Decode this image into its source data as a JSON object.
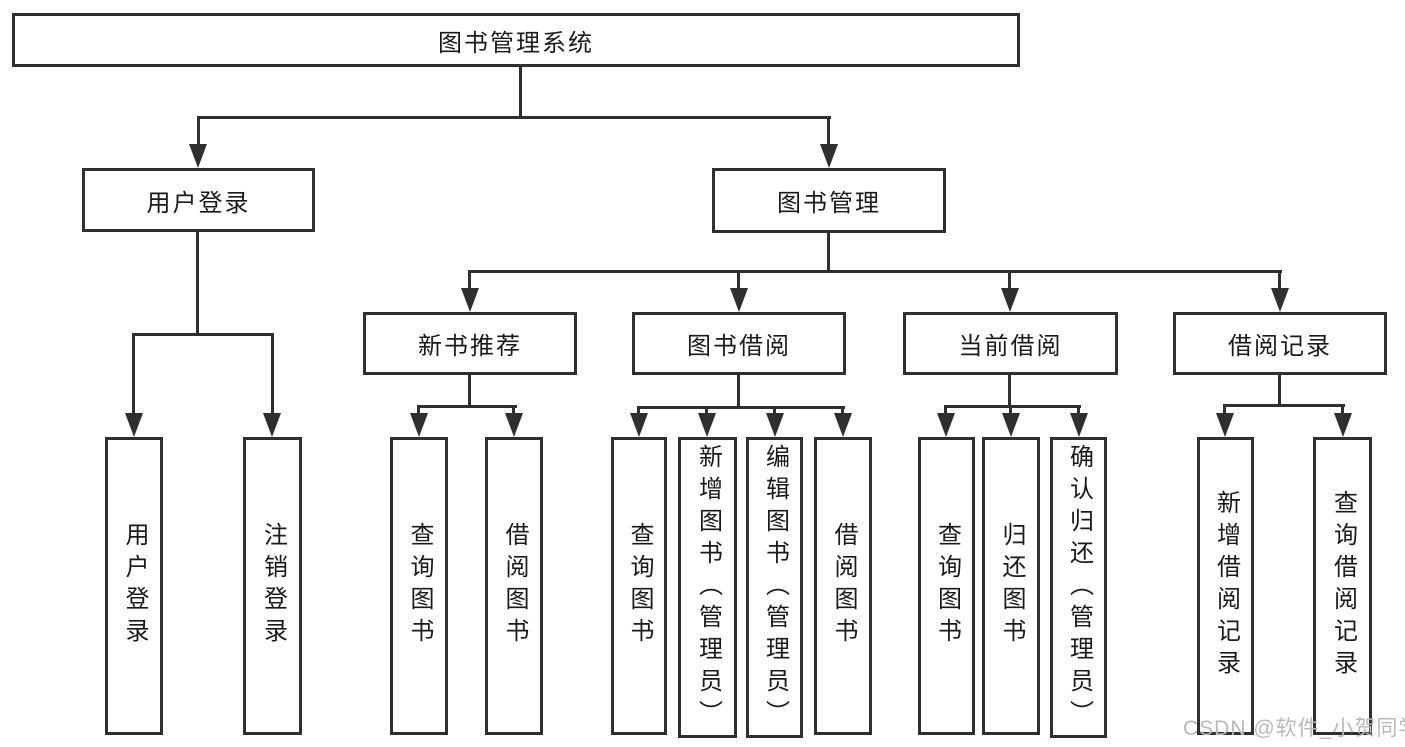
{
  "tree": {
    "label": "图书管理系统",
    "children": [
      {
        "label": "用户登录",
        "children": [
          {
            "label": "用户登录"
          },
          {
            "label": "注销登录"
          }
        ]
      },
      {
        "label": "图书管理",
        "children": [
          {
            "label": "新书推荐",
            "children": [
              {
                "label": "查询图书"
              },
              {
                "label": "借阅图书"
              }
            ]
          },
          {
            "label": "图书借阅",
            "children": [
              {
                "label": "查询图书"
              },
              {
                "label": "新增图书（管理员）"
              },
              {
                "label": "编辑图书（管理员）"
              },
              {
                "label": "借阅图书"
              }
            ]
          },
          {
            "label": "当前借阅",
            "children": [
              {
                "label": "查询图书"
              },
              {
                "label": "归还图书"
              },
              {
                "label": "确认归还（管理员）"
              }
            ]
          },
          {
            "label": "借阅记录",
            "children": [
              {
                "label": "新增借阅记录"
              },
              {
                "label": "查询借阅记录"
              }
            ]
          }
        ]
      }
    ]
  },
  "watermark": {
    "text": "CSDN @软件_小贺同学"
  },
  "colors": {
    "line": "#2f2f2f",
    "box_border": "#2f2f2f",
    "text": "#1a1a1a",
    "watermark": "#b9b9b9",
    "background": "#ffffff"
  }
}
